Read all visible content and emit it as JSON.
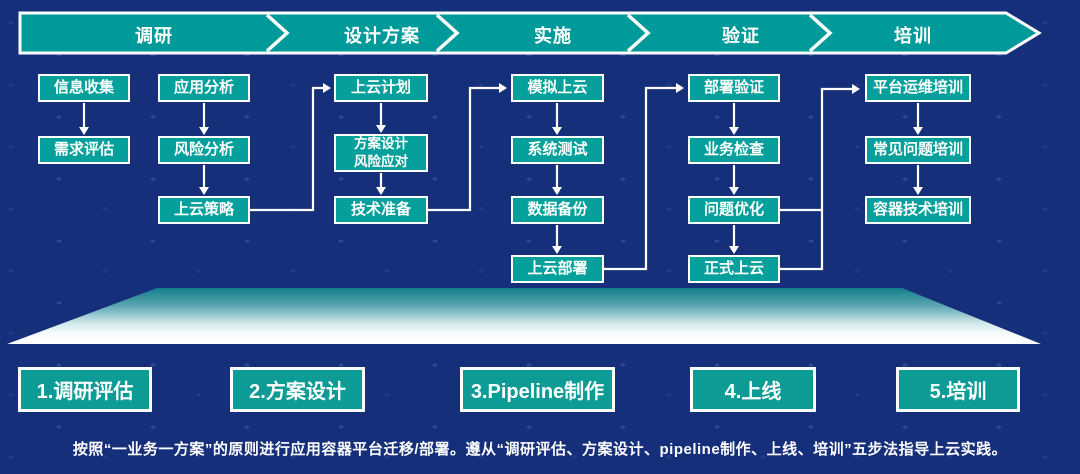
{
  "banner": {
    "phases": [
      "调研",
      "设计方案",
      "实施",
      "验证",
      "培训"
    ]
  },
  "flow": {
    "col1": [
      "信息收集",
      "需求评估"
    ],
    "col2": [
      "应用分析",
      "风险分析",
      "上云策略"
    ],
    "col3": [
      "上云计划",
      "方案设计\n风险应对",
      "技术准备"
    ],
    "col4": [
      "模拟上云",
      "系统测试",
      "数据备份",
      "上云部署"
    ],
    "col5": [
      "部署验证",
      "业务检查",
      "问题优化",
      "正式上云"
    ],
    "col6": [
      "平台运维培训",
      "常见问题培训",
      "容器技术培训"
    ]
  },
  "steps": [
    "1.调研评估",
    "2.方案设计",
    "3.Pipeline制作",
    "4.上线",
    "5.培训"
  ],
  "caption": "按照“一业务一方案”的原则进行应用容器平台迁移/部署。遵从“调研评估、方案设计、pipeline制作、上线、培训”五步法指导上云实践。",
  "colors": {
    "background": "#152F7B",
    "teal": "#05A09B",
    "banner_teal": "#019A9A",
    "step_teal": "#0D9B95",
    "funnel_top": "#137E8C",
    "border": "#FFFFFF"
  }
}
